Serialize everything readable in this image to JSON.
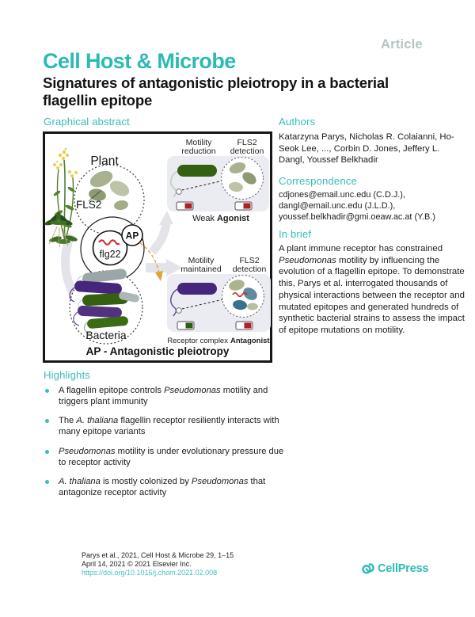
{
  "colors": {
    "teal": "#2cbab4",
    "article_gray": "#b6c3c3",
    "doi_teal": "#3fc1bc",
    "text": "#1c1c1c",
    "capsule_green": "#346010",
    "capsule_purple": "#46267c",
    "switch_red": "#b02025",
    "switch_green": "#2e5c15"
  },
  "header": {
    "article_label": "Article",
    "journal": "Cell Host & Microbe",
    "title_segments": [
      {
        "t": "Signatures of antagonistic pleiotropy in a bacterial"
      },
      {
        "br": true
      },
      {
        "t": "flagellin epitope"
      }
    ]
  },
  "graphical_abstract": {
    "heading": "Graphical abstract",
    "figure": {
      "labels": {
        "plant": "Plant",
        "fls2": "FLS2",
        "motility": "Motility",
        "reduction": "reduction",
        "fls2_top": "FLS2",
        "detection_top": "detection",
        "weak": "Weak",
        "agonist": "Agonist",
        "ap": "AP",
        "flg22": "flg22",
        "motility2": "Motility",
        "maintained": "maintained",
        "fls2_bottom": "FLS2",
        "detection_bottom": "detection",
        "bacteria": "Bacteria",
        "receptor_complex": "Receptor complex",
        "antagonist": "Antagonist",
        "caption": "AP - Antagonistic pleiotropy"
      }
    }
  },
  "authors": {
    "heading": "Authors",
    "names": "Katarzyna Parys, Nicholas R. Colaianni, Ho-Seok Lee, ..., Corbin D. Jones, Jeffery L. Dangl, Youssef Belkhadir"
  },
  "correspondence": {
    "heading": "Correspondence",
    "lines": [
      "cdjones@email.unc.edu (C.D.J.),",
      "dangl@email.unc.edu (J.L.D.),",
      "youssef.belkhadir@gmi.oeaw.ac.at (Y.B.)"
    ]
  },
  "in_brief": {
    "heading": "In brief",
    "segments": [
      {
        "t": "A plant immune receptor has constrained "
      },
      {
        "t": "Pseudomonas",
        "i": true
      },
      {
        "t": " motility by influencing the evolution of a flagellin epitope. To demonstrate this, Parys et al. interrogated thousands of physical interactions between the receptor and mutated epitopes and generated hundreds of synthetic bacterial strains to assess the impact of epitope mutations on motility."
      }
    ]
  },
  "highlights": {
    "heading": "Highlights",
    "items": [
      {
        "segments": [
          {
            "t": "A flagellin epitope controls "
          },
          {
            "t": "Pseudomonas",
            "i": true
          },
          {
            "t": " motility and triggers plant immunity"
          }
        ]
      },
      {
        "segments": [
          {
            "t": "The "
          },
          {
            "t": "A. thaliana",
            "i": true
          },
          {
            "t": " flagellin receptor resiliently interacts with many epitope variants"
          }
        ]
      },
      {
        "segments": [
          {
            "t": "Pseudomonas",
            "i": true
          },
          {
            "t": " motility is under evolutionary pressure due to receptor activity"
          }
        ]
      },
      {
        "segments": [
          {
            "t": "A. thaliana",
            "i": true
          },
          {
            "t": " is mostly colonized by "
          },
          {
            "t": "Pseudomonas",
            "i": true
          },
          {
            "t": " that antagonize receptor activity"
          }
        ]
      }
    ]
  },
  "footer": {
    "citation": "Parys et al., 2021, Cell Host & Microbe 29, 1–15",
    "date_line": "April 14, 2021 © 2021 Elsevier Inc.",
    "doi": "https://doi.org/10.1016/j.chom.2021.02.008",
    "publisher": "CellPress"
  }
}
